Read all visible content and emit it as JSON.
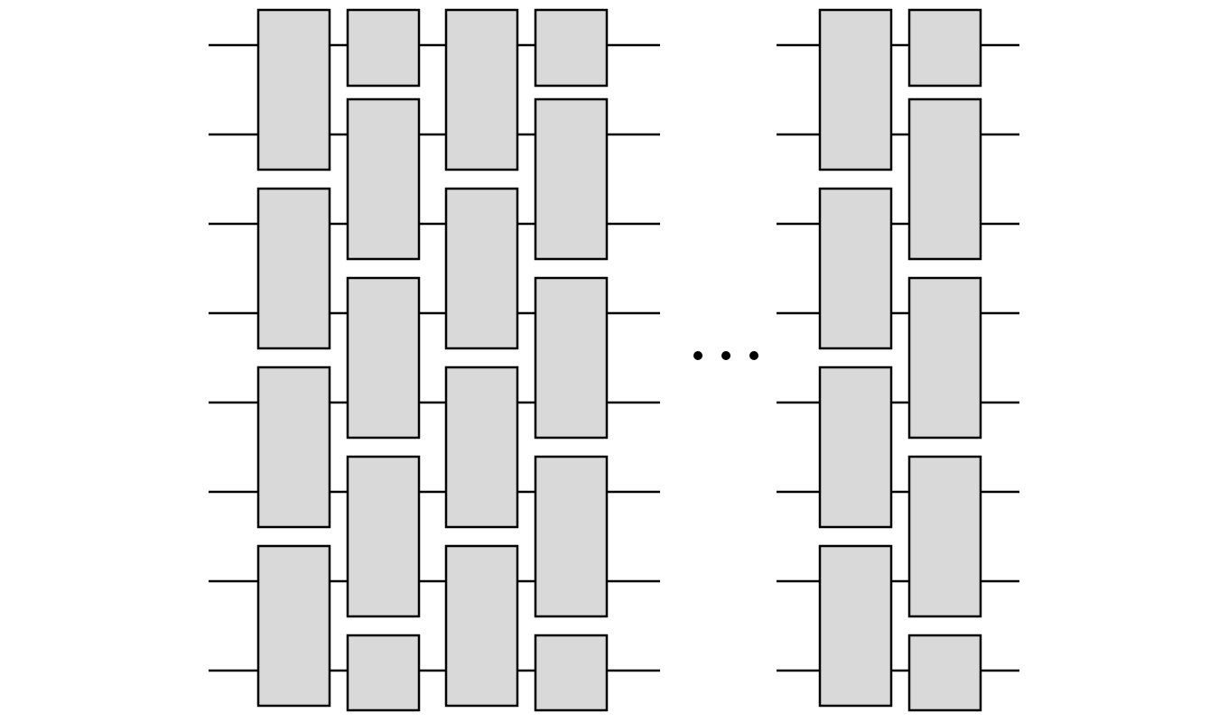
{
  "diagram": {
    "type": "brick-wall circuit",
    "wire_count": 8,
    "colors": {
      "gate_fill": "#d9d9d9",
      "stroke": "#000000",
      "background": "#ffffff"
    },
    "blocks": [
      {
        "name": "left-block",
        "layers": [
          {
            "gates": [
              {
                "wires": [
                  1,
                  2
                ]
              },
              {
                "wires": [
                  3,
                  4
                ]
              },
              {
                "wires": [
                  5,
                  6
                ]
              },
              {
                "wires": [
                  7,
                  8
                ]
              }
            ]
          },
          {
            "gates": [
              {
                "wires": [
                  1
                ],
                "truncated": "top"
              },
              {
                "wires": [
                  2,
                  3
                ]
              },
              {
                "wires": [
                  4,
                  5
                ]
              },
              {
                "wires": [
                  6,
                  7
                ]
              },
              {
                "wires": [
                  8
                ],
                "truncated": "bottom"
              }
            ]
          },
          {
            "gates": [
              {
                "wires": [
                  1,
                  2
                ]
              },
              {
                "wires": [
                  3,
                  4
                ]
              },
              {
                "wires": [
                  5,
                  6
                ]
              },
              {
                "wires": [
                  7,
                  8
                ]
              }
            ]
          },
          {
            "gates": [
              {
                "wires": [
                  1
                ],
                "truncated": "top"
              },
              {
                "wires": [
                  2,
                  3
                ]
              },
              {
                "wires": [
                  4,
                  5
                ]
              },
              {
                "wires": [
                  6,
                  7
                ]
              },
              {
                "wires": [
                  8
                ],
                "truncated": "bottom"
              }
            ]
          }
        ]
      },
      {
        "name": "right-block",
        "layers": [
          {
            "gates": [
              {
                "wires": [
                  1,
                  2
                ]
              },
              {
                "wires": [
                  3,
                  4
                ]
              },
              {
                "wires": [
                  5,
                  6
                ]
              },
              {
                "wires": [
                  7,
                  8
                ]
              }
            ]
          },
          {
            "gates": [
              {
                "wires": [
                  1
                ],
                "truncated": "top"
              },
              {
                "wires": [
                  2,
                  3
                ]
              },
              {
                "wires": [
                  4,
                  5
                ]
              },
              {
                "wires": [
                  6,
                  7
                ]
              },
              {
                "wires": [
                  8
                ],
                "truncated": "bottom"
              }
            ]
          }
        ]
      }
    ],
    "ellipsis": {
      "dots": 3,
      "meaning": "repeated layers"
    }
  }
}
